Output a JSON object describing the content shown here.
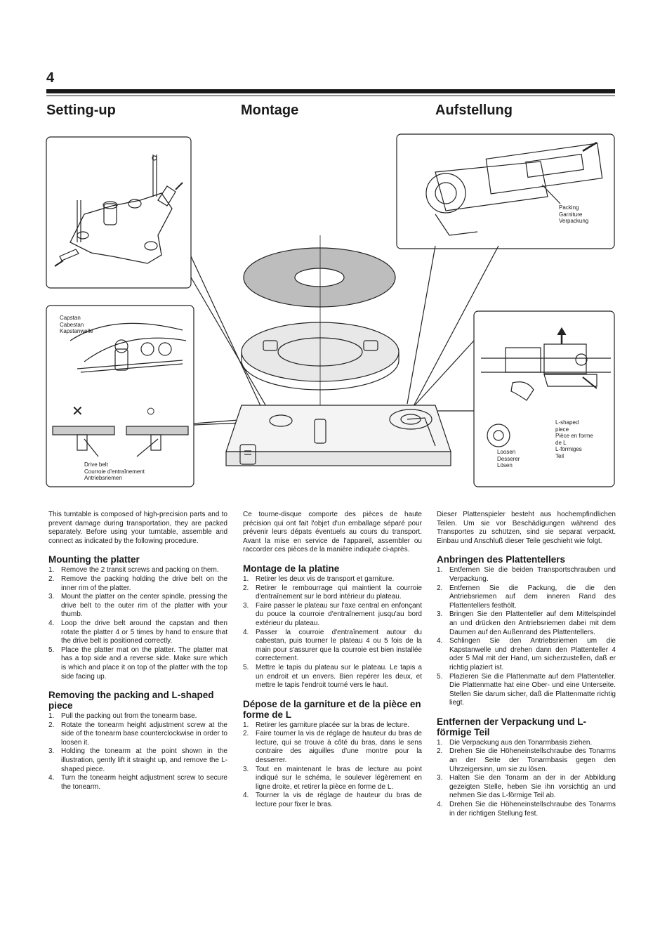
{
  "page_number": "4",
  "headings": {
    "en": "Setting-up",
    "fr": "Montage",
    "de": "Aufstellung"
  },
  "figure": {
    "packing_label": "Packing\nGarniture\nVerpackung",
    "capstan_label": "Capstan\nCabestan\nKapstanwelle",
    "wrong_mark": "✕",
    "right_mark": "○",
    "belt_label": "Drive belt\nCourroie d'entraînement\nAntriebsriemen",
    "loosen_label": "Loosen\nDesserer\nLösen",
    "lpiece_label": "L-shaped\npiece\nPièce en forme\nde L\nL-förmiges\nTeil"
  },
  "english": {
    "intro": "This turntable is composed of high-precision parts and to prevent damage during transportation, they are packed separately. Before using your turntable, assemble and connect as indicated by the following procedure.",
    "s1_title": "Mounting the platter",
    "s1_items": [
      "Remove the 2 transit screws and packing on them.",
      "Remove the packing holding the drive belt on the inner rim of the platter.",
      "Mount the platter on the center spindle, pressing the drive belt to the outer rim of the platter with your thumb.",
      "Loop the drive belt around the capstan and then rotate the platter 4 or 5 times by hand to ensure that the drive belt is positioned correctly.",
      "Place the platter mat on the platter. The platter mat has a top side and a reverse side. Make sure which is which and place it on top of the platter with the top side facing up."
    ],
    "s2_title": "Removing the packing and L-shaped piece",
    "s2_items": [
      "Pull the packing out from the tonearm base.",
      "Rotate the tonearm height adjustment screw at the side of the tonearm base counterclockwise in order to loosen it.",
      "Holding the tonearm at the point shown in the illustration, gently lift it straight up, and remove the L-shaped piece.",
      "Turn the tonearm height adjustment screw to secure the tonearm."
    ]
  },
  "french": {
    "intro": "Ce tourne-disque comporte des pièces de haute précision qui ont fait l'objet d'un emballage séparé pour prévenir leurs dépats éventuels au cours du transport. Avant la mise en service de l'appareil, assembler ou raccorder ces pièces de la manière indiquée ci-après.",
    "s1_title": "Montage de la platine",
    "s1_items": [
      "Retirer les deux vis de transport et garniture.",
      "Retirer le rembourrage qui maintient la courroie d'entraînement sur le bord intérieur du plateau.",
      "Faire passer le plateau sur l'axe central en enfonçant du pouce la courroie d'entraînement jusqu'au bord extérieur du plateau.",
      "Passer la courroie d'entraînement autour du cabestan, puis tourner le plateau 4 ou 5 fois de la main pour s'assurer que la courroie est bien installée correctement.",
      "Mettre le tapis du plateau sur le plateau. Le tapis a un endroit et un envers. Bien repérer les deux, et mettre le tapis l'endroit tourné vers le haut."
    ],
    "s2_title": "Dépose de la garniture et de la pièce en forme de L",
    "s2_items": [
      "Retirer les garniture placée sur la bras de lecture.",
      "Faire tourner la vis de réglage de hauteur du bras de lecture, qui se trouve à côté du bras, dans le sens contraire des aiguilles d'une montre pour la desserrer.",
      "Tout en maintenant le bras de lecture au point indiqué sur le schéma, le soulever légèrement en ligne droite, et retirer la pièce en forme de L.",
      "Tourner la vis de réglage de hauteur du bras de lecture pour fixer le bras."
    ]
  },
  "german": {
    "intro": "Dieser Plattenspieler besteht aus hochempfindlichen Teilen. Um sie vor Beschädigungen während des Transportes zu schützen, sind sie separat verpackt. Einbau und Anschluß dieser Teile geschieht wie folgt.",
    "s1_title": "Anbringen des Plattentellers",
    "s1_items": [
      "Entfernen Sie die beiden Transportschrauben und Verpackung.",
      "Entfernen Sie die Packung, die die den Antriebsriemen auf dem inneren Rand des Plattentellers festhölt.",
      "Bringen Sie den Plattenteller auf dem Mittelspindel an und drücken den Antriebsriemen dabei mit dem Daumen auf den Außenrand des Plattentellers.",
      "Schlingen Sie den Antriebsriemen um die Kapstanwelle und drehen dann den Plattenteller 4 oder 5 Mal mit der Hand, um sicherzustellen, daß er richtig plaziert ist.",
      "Plazieren Sie die Plattenmatte auf dem Plattenteller. Die Plattenmatte hat eine Ober- und eine Unterseite. Stellen Sie darum sicher, daß die Plattenmatte richtig liegt."
    ],
    "s2_title": "Entfernen der Verpackung und L-förmige Teil",
    "s2_items": [
      "Die Verpackung aus den Tonarmbasis ziehen.",
      "Drehen Sie die Höheneinstellschraube des Tonarms an der Seite der Tonarmbasis gegen den Uhrzeigersinn, um sie zu lösen.",
      "Halten Sie den Tonarm an der in der Abbildung gezeigten Stelle, heben Sie ihn vorsichtig an und nehmen Sie das L-förmige Teil ab.",
      "Drehen Sie die Höheneinstellschraube des Tonarms in der richtigen Stellung fest."
    ]
  }
}
